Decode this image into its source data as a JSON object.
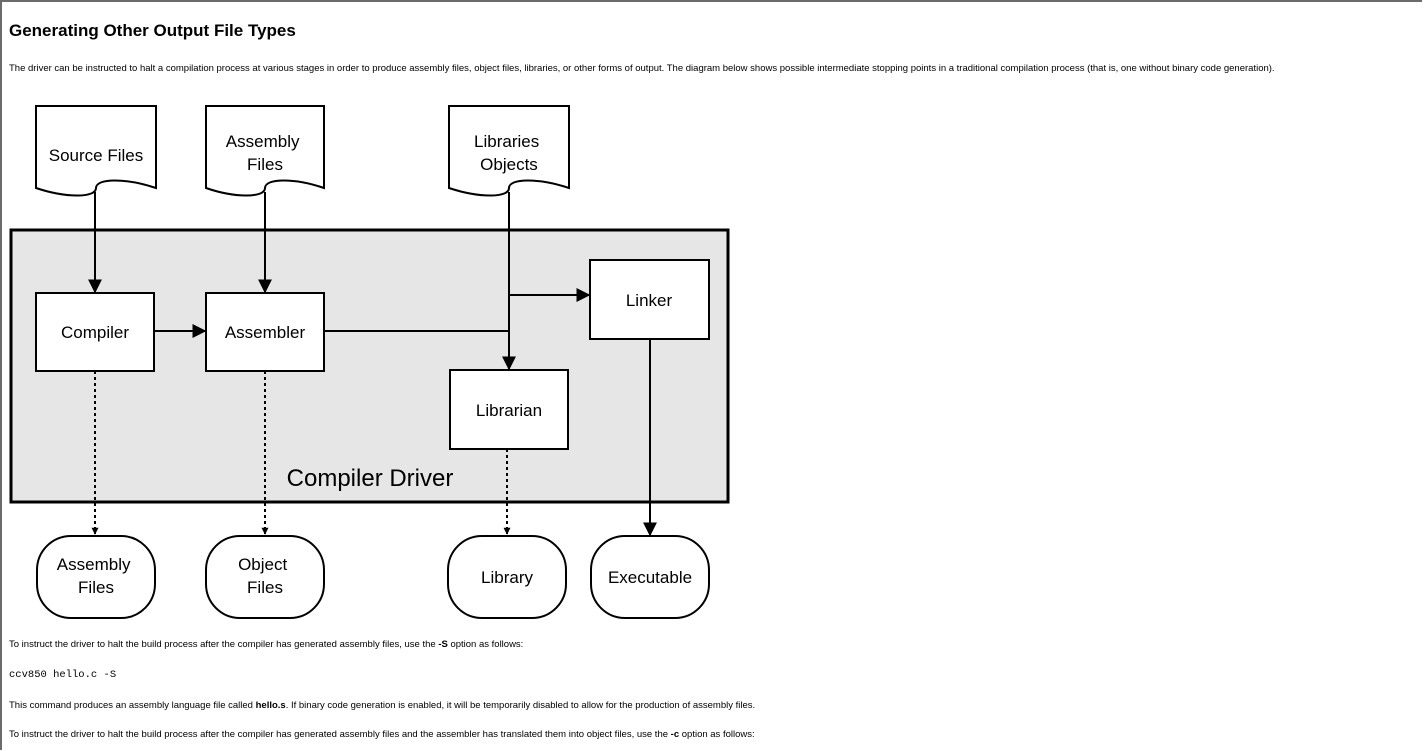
{
  "heading": "Generating Other Output File Types",
  "intro": "The driver can be instructed to halt a compilation process at various stages in order to produce assembly files, object files, libraries, or other forms of output. The diagram below shows possible intermediate stopping points in a traditional compilation process (that is, one without binary code generation).",
  "diagram": {
    "inputs": {
      "source": [
        "Source Files"
      ],
      "assembly": [
        "Assembly",
        "Files"
      ],
      "libraries": [
        "Libraries",
        "Objects"
      ]
    },
    "stages": {
      "compiler": "Compiler",
      "assembler": "Assembler",
      "linker": "Linker",
      "librarian": "Librarian"
    },
    "driver_label": "Compiler Driver",
    "outputs": {
      "assembly": [
        "Assembly",
        "Files"
      ],
      "object": [
        "Object",
        "Files"
      ],
      "library": [
        "Library"
      ],
      "executable": [
        "Executable"
      ]
    }
  },
  "para_s": {
    "before": "To instruct the driver to halt the build process after the compiler has generated assembly files, use the ",
    "option": "-S",
    "after": " option as follows:"
  },
  "code_s": "ccv850 hello.c -S",
  "para_hello": {
    "before": "This command produces an assembly language file called ",
    "file": "hello.s",
    "after": ". If binary code generation is enabled, it will be temporarily disabled to allow for the production of assembly files."
  },
  "para_c": {
    "before": "To instruct the driver to halt the build process after the compiler has generated assembly files and the assembler has translated them into object files, use the ",
    "option": "-c",
    "after": " option as follows:"
  }
}
